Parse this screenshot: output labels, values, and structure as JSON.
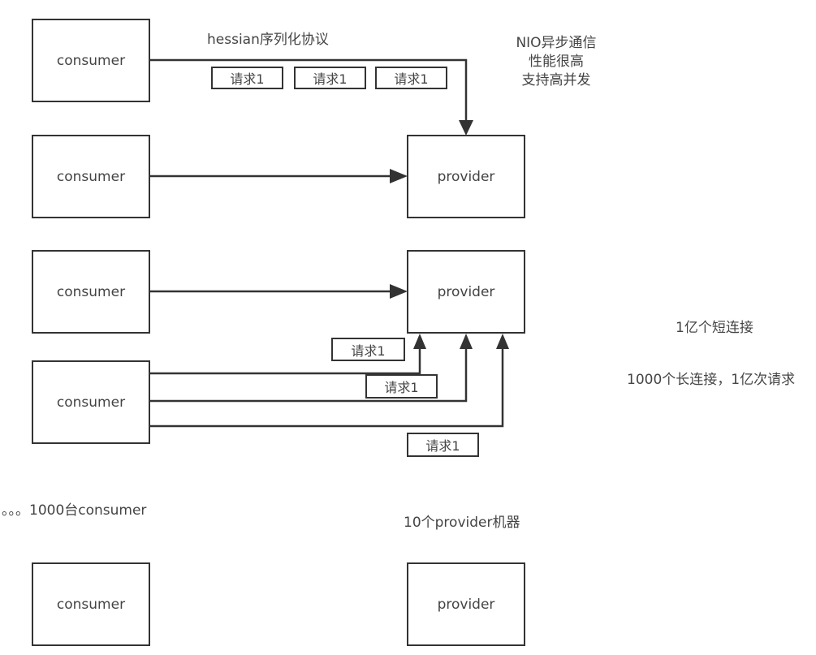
{
  "nodes": {
    "consumer_label": "consumer",
    "provider_label": "provider"
  },
  "request_label": "请求1",
  "annotations": {
    "protocol": "hessian序列化协议",
    "nio_line1": "NIO异步通信",
    "nio_line2": "性能很高",
    "nio_line3": "支持高并发",
    "short_connections": "1亿个短连接",
    "long_connections": "1000个长连接，1亿次请求",
    "consumer_count": "。。。1000台consumer",
    "provider_count": "10个provider机器"
  },
  "colors": {
    "stroke": "#333333",
    "text": "#444444",
    "background": "#ffffff"
  }
}
